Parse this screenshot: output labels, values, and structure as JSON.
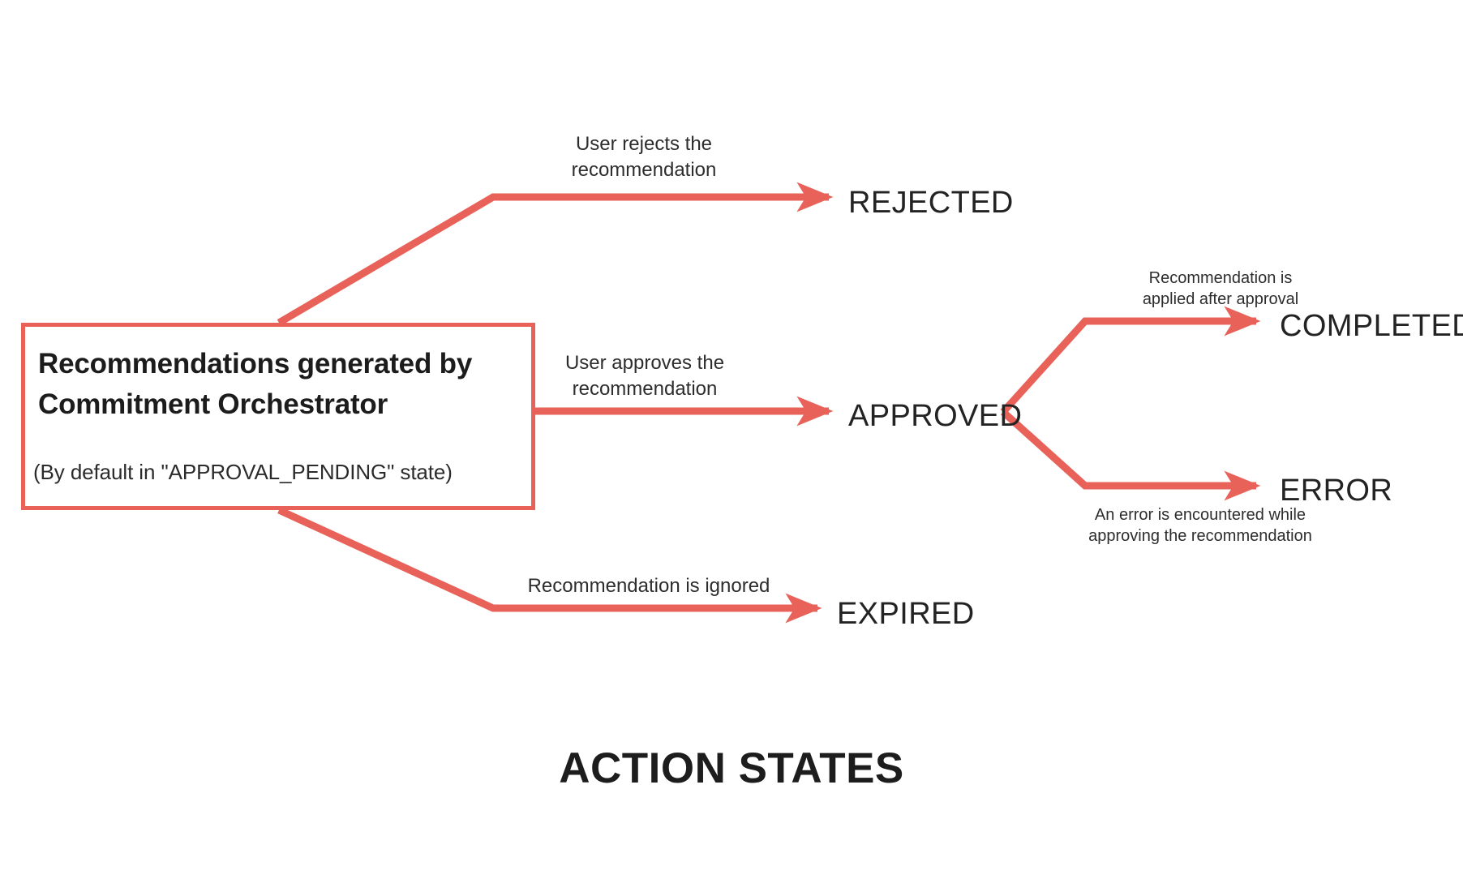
{
  "diagram": {
    "caption": "ACTION STATES",
    "accent_color": "#e8625a",
    "text_color": "#232323",
    "background_color": "#ffffff",
    "source_node": {
      "title": "Recommendations generated by Commitment Orchestrator",
      "subtitle": "(By default in \"APPROVAL_PENDING\" state)"
    },
    "states": [
      {
        "id": "rejected",
        "label": "REJECTED"
      },
      {
        "id": "approved",
        "label": "APPROVED"
      },
      {
        "id": "expired",
        "label": "EXPIRED"
      },
      {
        "id": "completed",
        "label": "COMPLETED"
      },
      {
        "id": "error",
        "label": "ERROR"
      }
    ],
    "transitions": [
      {
        "id": "to-rejected",
        "from": "source",
        "to": "rejected",
        "label": "User rejects the\nrecommendation"
      },
      {
        "id": "to-approved",
        "from": "source",
        "to": "approved",
        "label": "User approves the\nrecommendation"
      },
      {
        "id": "to-expired",
        "from": "source",
        "to": "expired",
        "label": "Recommendation is ignored"
      },
      {
        "id": "to-completed",
        "from": "approved",
        "to": "completed",
        "label": "Recommendation is\napplied after approval"
      },
      {
        "id": "to-error",
        "from": "approved",
        "to": "error",
        "label": "An error is encountered while\napproving the recommendation"
      }
    ]
  }
}
